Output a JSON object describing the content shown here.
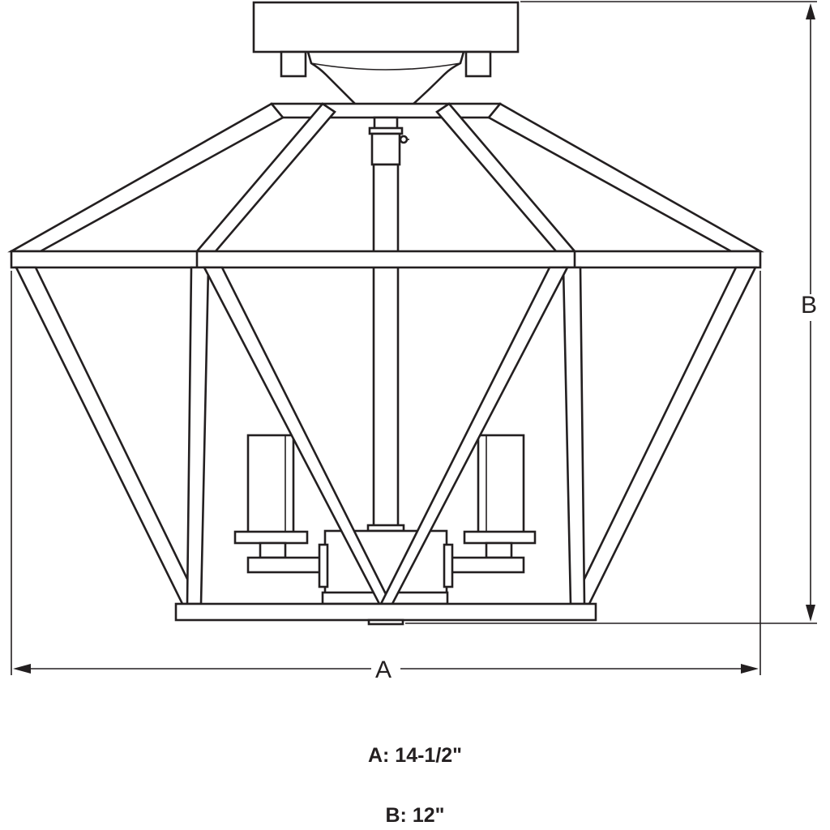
{
  "dimension_labels": {
    "width_letter": "A",
    "height_letter": "B"
  },
  "specs": {
    "a_label": "A:",
    "a_value": "14-1/2\"",
    "b_label": "B:",
    "b_value": "12\""
  },
  "colors": {
    "line": "#231f20",
    "background": "#ffffff"
  }
}
